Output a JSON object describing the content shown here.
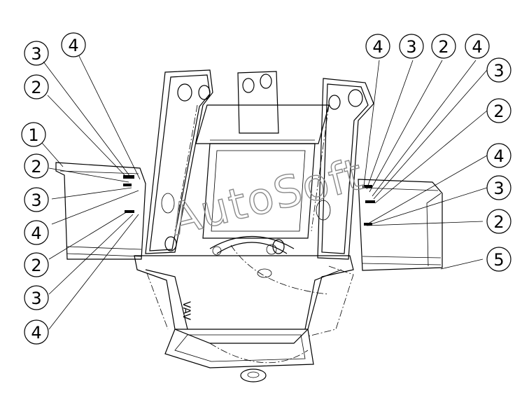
{
  "watermark": "AutoSoft",
  "callouts": {
    "l1": "3",
    "l2": "4",
    "l3": "2",
    "l4": "1",
    "l5": "2",
    "l6": "3",
    "l7": "4",
    "l8": "2",
    "l9": "3",
    "l10": "4",
    "r1": "4",
    "r2": "3",
    "r3": "2",
    "r4": "4",
    "r5": "3",
    "r6": "2",
    "r7": "4",
    "r8": "3",
    "r9": "2",
    "r10": "5"
  }
}
